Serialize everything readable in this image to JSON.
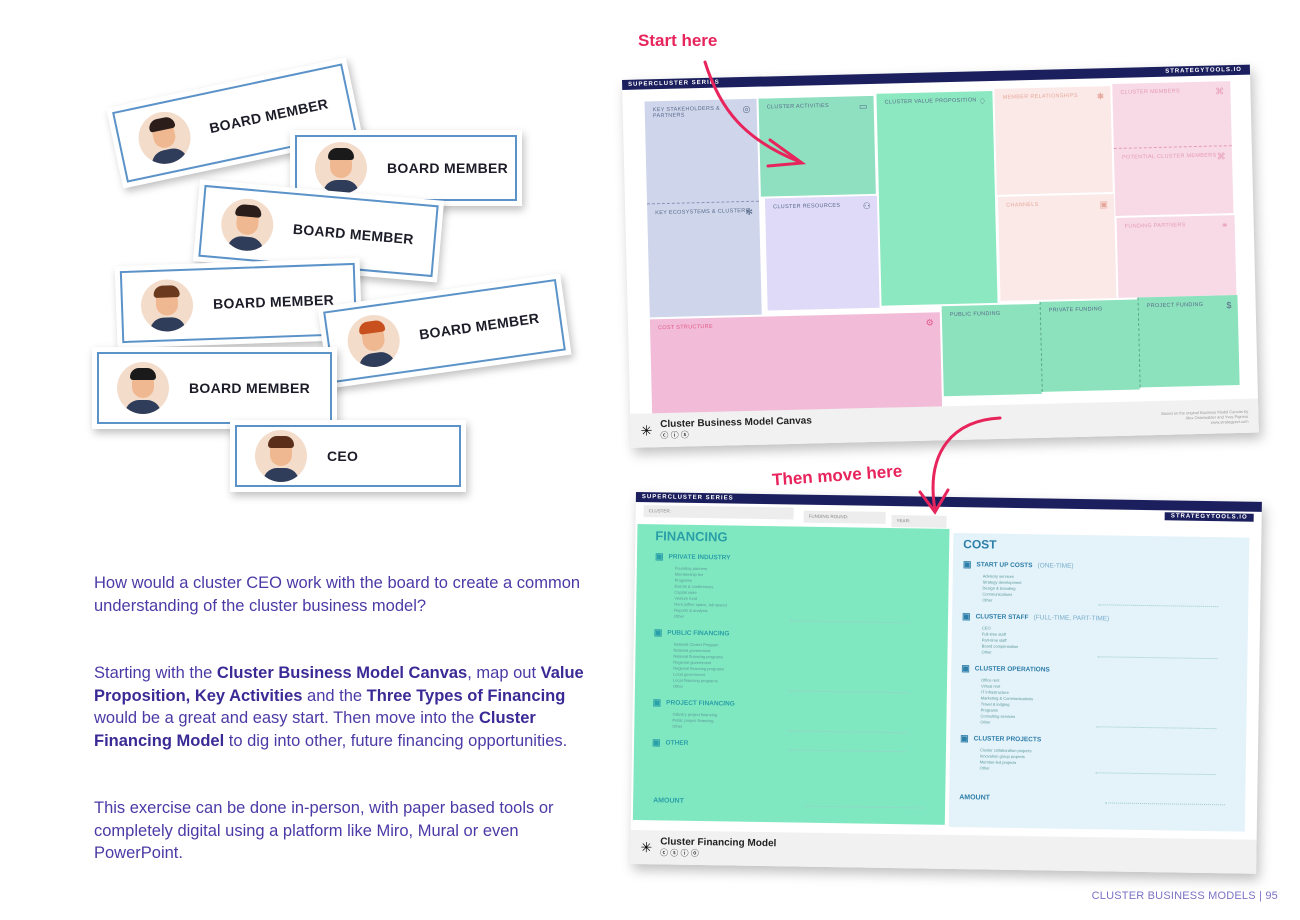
{
  "cards": [
    {
      "label": "BOARD MEMBER"
    },
    {
      "label": "BOARD MEMBER"
    },
    {
      "label": "BOARD MEMBER"
    },
    {
      "label": "BOARD MEMBER"
    },
    {
      "label": "BOARD MEMBER"
    },
    {
      "label": "BOARD MEMBER"
    },
    {
      "label": "CEO"
    }
  ],
  "text": {
    "p1": "How would a cluster CEO work with the board to create a common understanding of the cluster business model?",
    "p2": [
      {
        "t": "Starting with the ",
        "b": false
      },
      {
        "t": "Cluster Business Model Canvas",
        "b": true
      },
      {
        "t": ", map out ",
        "b": false
      },
      {
        "t": "Value Proposition, Key Activities",
        "b": true
      },
      {
        "t": " and the ",
        "b": false
      },
      {
        "t": "Three Types of Financing",
        "b": true
      },
      {
        "t": " would be a great and easy start. Then move into the ",
        "b": false
      },
      {
        "t": "Cluster Financing Model",
        "b": true
      },
      {
        "t": " to dig into other, future financing opportunities.",
        "b": false
      }
    ],
    "p3": "This exercise can be done in-person, with paper based tools or completely digital using a platform like Miro, Mural or even PowerPoint."
  },
  "annotations": {
    "start": "Start here",
    "then": "Then move here"
  },
  "canvas1": {
    "series": "SUPERCLUSTER SERIES",
    "brand": "STRATEGYTOOLS.IO",
    "blocks": {
      "stakeholders": "Key Stakeholders & Partners",
      "ecosystems": "Key Ecosystems & Clusters",
      "activities": "Cluster Activities",
      "resources": "Cluster Resources",
      "value": "Cluster Value Proposition",
      "relationships": "Member Relationships",
      "channels": "Channels",
      "members": "Cluster Members",
      "potential": "Potential Cluster Members",
      "funding_partners": "Funding Partners",
      "cost": "Cost Structure",
      "public": "Public Funding",
      "private": "Private Funding",
      "project": "Project Funding"
    },
    "title": "Cluster Business Model Canvas",
    "credit": "Based on the original Business Model Canvas by Alex Osterwalder and Yves Pigneur www.strategyzer.com"
  },
  "canvas2": {
    "series": "SUPERCLUSTER SERIES",
    "brand": "STRATEGYTOOLS.IO",
    "fields": {
      "cluster": "CLUSTER:",
      "round": "FUNDING ROUND:",
      "year": "YEAR:"
    },
    "financing": {
      "title": "FINANCING",
      "amount": "AMOUNT",
      "sections": [
        {
          "icon": "hand-coin-icon",
          "title": "PRIVATE INDUSTRY",
          "items": [
            "Founding partners",
            "Membership fee",
            "Programs",
            "Events & conferences",
            "Capital raise",
            "Venture fund",
            "Rent (office space, lab space)",
            "Reports & analysis",
            "Other"
          ]
        },
        {
          "icon": "building-icon",
          "title": "PUBLIC FINANCING",
          "items": [
            "National Cluster Program",
            "National government",
            "National financing programs",
            "Regional government",
            "Regional financing programs",
            "Local government",
            "Local financing programs",
            "Other"
          ]
        },
        {
          "icon": "folder-icon",
          "title": "PROJECT FINANCING",
          "items": [
            "Industry project financing",
            "Public project financing",
            "Other"
          ]
        },
        {
          "icon": "dots-icon",
          "title": "OTHER",
          "items": []
        }
      ]
    },
    "cost": {
      "title": "COST",
      "amount": "AMOUNT",
      "sections": [
        {
          "icon": "flag-icon",
          "title": "START UP COSTS",
          "sub": "(ONE-TIME)",
          "items": [
            "Advisory services",
            "Strategy development",
            "Design & branding",
            "Communications",
            "Other"
          ]
        },
        {
          "icon": "people-icon",
          "title": "CLUSTER STAFF",
          "sub": "(FULL-TIME, PART-TIME)",
          "items": [
            "CEO",
            "Full-time staff",
            "Part-time staff",
            "Board compensation",
            "Other"
          ]
        },
        {
          "icon": "globe-icon",
          "title": "CLUSTER OPERATIONS",
          "sub": "",
          "items": [
            "Office rent",
            "Virtual rent",
            "IT infrastructure",
            "Marketing & Communications",
            "Travel & lodging",
            "Programs",
            "Consulting services",
            "Other"
          ]
        },
        {
          "icon": "briefcase-icon",
          "title": "CLUSTER PROJECTS",
          "sub": "",
          "items": [
            "Cluster collaboration projects",
            "Innovation group projects",
            "Member-led projects",
            "Other"
          ]
        }
      ]
    },
    "title": "Cluster Financing Model"
  },
  "footer": {
    "section": "CLUSTER BUSINESS MODELS",
    "page": "| 95"
  }
}
